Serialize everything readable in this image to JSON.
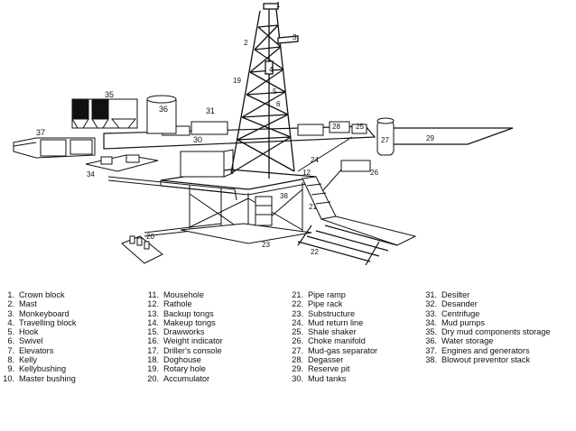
{
  "diagram": {
    "callouts": [
      "1",
      "2",
      "3",
      "4",
      "5",
      "6",
      "19",
      "35",
      "36",
      "31",
      "30",
      "37",
      "34",
      "28",
      "25",
      "27",
      "29",
      "24",
      "26",
      "12",
      "38",
      "21",
      "20",
      "23",
      "22"
    ]
  },
  "legend": {
    "columns": [
      [
        {
          "num": "1.",
          "label": "Crown block"
        },
        {
          "num": "2.",
          "label": "Mast"
        },
        {
          "num": "3.",
          "label": "Monkeyboard"
        },
        {
          "num": "4.",
          "label": "Travelling block"
        },
        {
          "num": "5.",
          "label": "Hook"
        },
        {
          "num": "6.",
          "label": "Swivel"
        },
        {
          "num": "7.",
          "label": "Elevators"
        },
        {
          "num": "8.",
          "label": "Kelly"
        },
        {
          "num": "9.",
          "label": "Kellybushing"
        },
        {
          "num": "10.",
          "label": "Master bushing"
        }
      ],
      [
        {
          "num": "11.",
          "label": "Mousehole"
        },
        {
          "num": "12.",
          "label": "Rathole"
        },
        {
          "num": "13.",
          "label": "Backup tongs"
        },
        {
          "num": "14.",
          "label": "Makeup tongs"
        },
        {
          "num": "15.",
          "label": "Drawworks"
        },
        {
          "num": "16.",
          "label": "Weight indicator"
        },
        {
          "num": "17.",
          "label": "Driller's console"
        },
        {
          "num": "18.",
          "label": "Doghouse"
        },
        {
          "num": "19.",
          "label": "Rotary hole"
        },
        {
          "num": "20.",
          "label": "Accumulator"
        }
      ],
      [
        {
          "num": "21.",
          "label": "Pipe ramp"
        },
        {
          "num": "22.",
          "label": "Pipe rack"
        },
        {
          "num": "23.",
          "label": "Substructure"
        },
        {
          "num": "24.",
          "label": "Mud return line"
        },
        {
          "num": "25.",
          "label": "Shale shaker"
        },
        {
          "num": "26.",
          "label": "Choke manifold"
        },
        {
          "num": "27.",
          "label": "Mud-gas separator"
        },
        {
          "num": "28.",
          "label": "Degasser"
        },
        {
          "num": "29.",
          "label": "Reserve pit"
        },
        {
          "num": "30.",
          "label": "Mud tanks"
        }
      ],
      [
        {
          "num": "31.",
          "label": "Desilter"
        },
        {
          "num": "32.",
          "label": "Desander"
        },
        {
          "num": "33.",
          "label": "Centrifuge"
        },
        {
          "num": "34.",
          "label": "Mud pumps"
        },
        {
          "num": "35.",
          "label": "Dry mud components storage"
        },
        {
          "num": "36.",
          "label": "Water storage"
        },
        {
          "num": "37.",
          "label": "Engines and generators"
        },
        {
          "num": "38.",
          "label": "Blowout preventor stack"
        }
      ]
    ]
  }
}
